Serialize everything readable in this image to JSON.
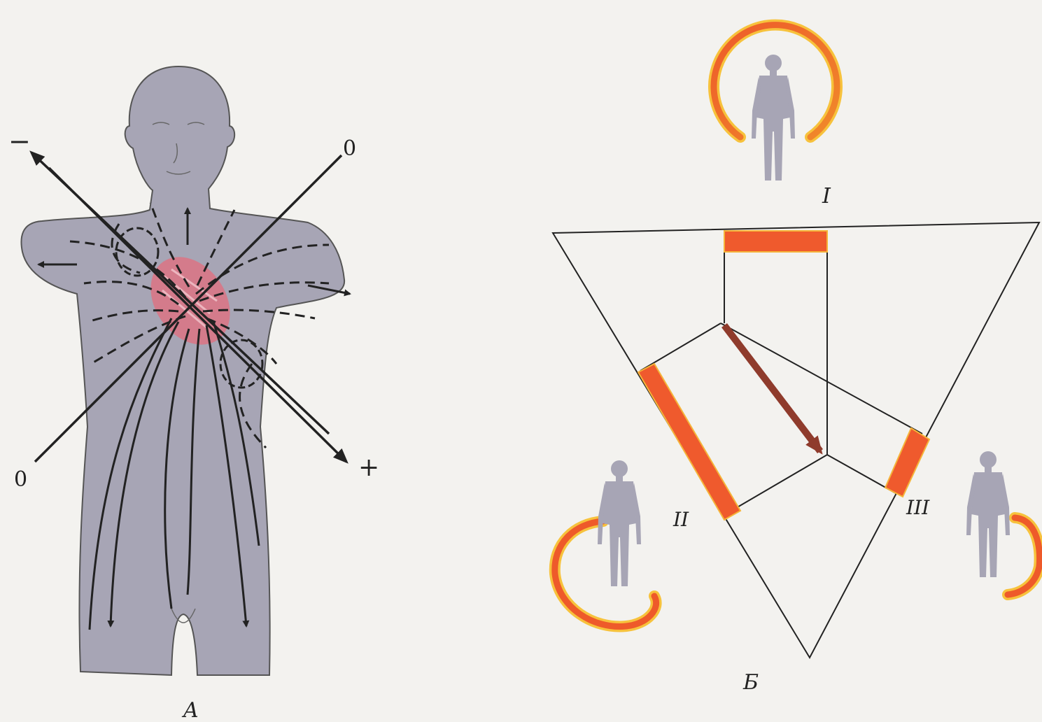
{
  "panel_a": {
    "caption": "A",
    "axis_minus_label": "−",
    "axis_plus_label": "+",
    "zero_line_top_label": "0",
    "zero_line_bottom_label": "0"
  },
  "panel_b": {
    "caption": "Б",
    "lead_labels": [
      "I",
      "II",
      "III"
    ]
  },
  "colors": {
    "body_fill": "#a7a5b5",
    "heart_fill": "#e36d7e",
    "lead_bar": "#ef5a2d",
    "lead_ring_outer": "#ee5a2a",
    "lead_ring_inner": "#f7c23c",
    "vector_arrow": "#8f3b2c",
    "line": "#222222",
    "background": "#f3f2ef"
  },
  "icons": [
    "human-torso-figure",
    "human-figure-icon",
    "heart-icon",
    "dipole-axis-arrow",
    "einthoven-triangle"
  ]
}
